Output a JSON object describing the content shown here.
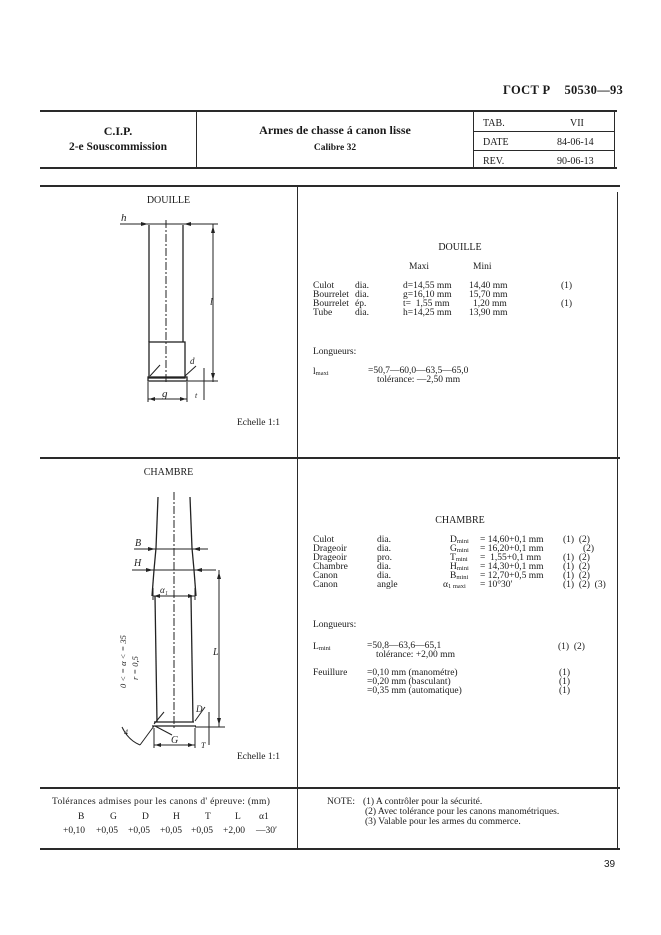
{
  "header": {
    "standard_prefix": "ГОСТ Р",
    "standard_number": "50530—93"
  },
  "title_block": {
    "org": "C.I.P.",
    "subcommission": "2-e Souscommission",
    "title": "Armes de chasse á canon lisse",
    "subtitle": "Calibre 32",
    "meta": [
      {
        "label": "TAB.",
        "value": "VII"
      },
      {
        "label": "DATE",
        "value": "84-06-14"
      },
      {
        "label": "REV.",
        "value": "90-06-13"
      }
    ]
  },
  "douille": {
    "drawing_title": "DOUILLE",
    "scale": "Echelle 1:1",
    "drawing_labels": {
      "h": "h",
      "l": "l",
      "d": "d",
      "g": "g",
      "t": "t"
    },
    "spec_title": "DOUILLE",
    "col_maxi": "Maxi",
    "col_mini": "Mini",
    "rows": [
      {
        "part": "Culot",
        "kind": "dia.",
        "maxi": "d=14,55 mm",
        "mini": "14,40 mm",
        "note": "(1)"
      },
      {
        "part": "Bourrelet",
        "kind": "dia.",
        "maxi": "g=16,10 mm",
        "mini": "15,70 mm",
        "note": ""
      },
      {
        "part": "Bourrelet",
        "kind": "ép.",
        "maxi": "t=  1,55 mm",
        "mini": "1,20 mm",
        "note": "(1)"
      },
      {
        "part": "Tube",
        "kind": "dia.",
        "maxi": "h=14,25 mm",
        "mini": "13,90 mm",
        "note": ""
      }
    ],
    "lengths_label": "Longueurs:",
    "length_symbol": "l",
    "length_sub": "maxi",
    "length_values": "=50,7—60,0—63,5—65,0",
    "length_tolerance": "tolérance: —2,50 mm"
  },
  "chambre": {
    "drawing_title": "CHAMBRE",
    "scale": "Echelle 1:1",
    "drawing_labels": {
      "B": "B",
      "H": "H",
      "alpha": "α1",
      "L": "L",
      "D": "D",
      "G": "G",
      "T": "T",
      "angle": "4",
      "side_note1": "0 < = α < = 35",
      "side_note2": "r = 0,5"
    },
    "spec_title": "CHAMBRE",
    "rows": [
      {
        "part": "Culot",
        "kind": "dia.",
        "sym": "D",
        "sub": "mini",
        "value": "= 14,60+0,1 mm",
        "notes": "(1)  (2)"
      },
      {
        "part": "Drageoir",
        "kind": "dia.",
        "sym": "G",
        "sub": "mini",
        "value": "= 16,20+0,1 mm",
        "notes": "(2)"
      },
      {
        "part": "Drageoir",
        "kind": "pro.",
        "sym": "T",
        "sub": "mini",
        "value": "=  1,55+0,1 mm",
        "notes": "(1)  (2)"
      },
      {
        "part": "Chambre",
        "kind": "dia.",
        "sym": "H",
        "sub": "mini",
        "value": "= 14,30+0,1 mm",
        "notes": "(1)  (2)"
      },
      {
        "part": "Canon",
        "kind": "dia.",
        "sym": "B",
        "sub": "mini",
        "value": "= 12,70+0,5 mm",
        "notes": "(1)  (2)"
      },
      {
        "part": "Canon",
        "kind": "angle",
        "sym": "α",
        "sub": "1 maxi",
        "value": "= 10°30′",
        "notes": "(1)  (2)  (3)"
      }
    ],
    "lengths_label": "Longueurs:",
    "length_symbol": "L",
    "length_sub": "mini",
    "length_values": "=50,8—63,6—65,1",
    "length_tolerance": "tolérance: +2,00 mm",
    "length_notes": "(1)  (2)",
    "feuillure_label": "Feuillure",
    "feuillure": [
      {
        "value": "=0,10 mm (manométre)",
        "note": "(1)"
      },
      {
        "value": "=0,20 mm (basculant)",
        "note": "(1)"
      },
      {
        "value": "=0,35 mm (automatique)",
        "note": "(1)"
      }
    ]
  },
  "tolerances": {
    "title": "Tolérances admises pour les canons d' épreuve: (mm)",
    "symbols": [
      "B",
      "G",
      "D",
      "H",
      "T",
      "L",
      "α1"
    ],
    "values": [
      "+0,10",
      "+0,05",
      "+0,05",
      "+0,05",
      "+0,05",
      "+2,00",
      "—30′"
    ]
  },
  "notes": {
    "label": "NOTE:",
    "items": [
      "(1) A contrôler pour la sécurité.",
      "(2) Avec tolérance pour les canons manométriques.",
      "(3) Valable pour les armes du commerce."
    ]
  },
  "page_number": "39"
}
